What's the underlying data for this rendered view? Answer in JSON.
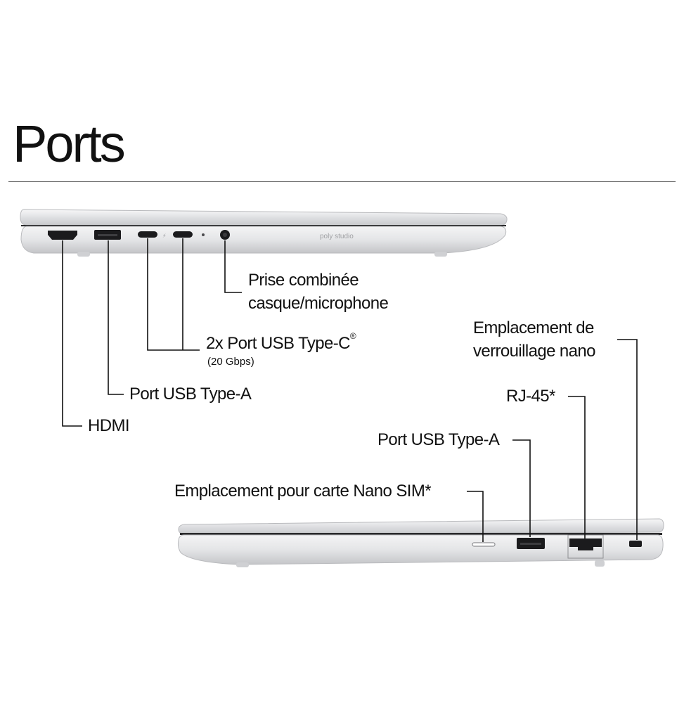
{
  "title": "Ports",
  "left_side": {
    "brand_text": "poly studio",
    "labels": {
      "audio_jack_line1": "Prise combinée",
      "audio_jack_line2": "casque/microphone",
      "usb_c": "2x Port USB Type-C",
      "usb_c_mark": "®",
      "usb_c_speed": "(20 Gbps)",
      "usb_a": "Port USB Type-A",
      "hdmi": "HDMI"
    }
  },
  "right_side": {
    "labels": {
      "lock_line1": "Emplacement de",
      "lock_line2": "verrouillage nano",
      "rj45": "RJ-45*",
      "usb_a": "Port USB Type-A",
      "sim": "Emplacement pour carte Nano SIM*"
    }
  },
  "colors": {
    "text": "#111111",
    "chassis": "#e6e7e9",
    "chassis_shadow": "#c9cacc",
    "port": "#1b1b1d"
  }
}
